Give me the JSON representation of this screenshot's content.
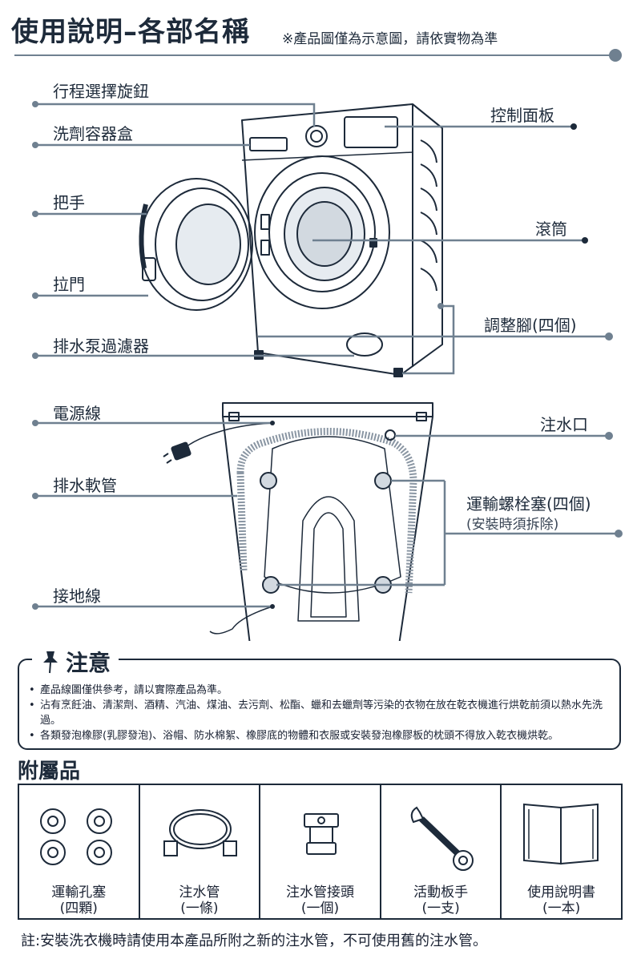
{
  "header": {
    "title": "使用說明–各部名稱",
    "subtitle": "※產品圖僅為示意圖，請依實物為準"
  },
  "front_labels": {
    "program_knob": "行程選擇旋鈕",
    "detergent_box": "洗劑容器盒",
    "handle": "把手",
    "door": "拉門",
    "pump_filter": "排水泵過濾器",
    "control_panel": "控制面板",
    "drum": "滾筒",
    "adjust_feet": "調整腳(四個)"
  },
  "back_labels": {
    "power_cord": "電源線",
    "drain_hose": "排水軟管",
    "ground_wire": "接地線",
    "water_inlet": "注水口",
    "transit_bolts": "運輸螺栓塞(四個)",
    "transit_bolts_note": "(安裝時須拆除)"
  },
  "notice": {
    "title": "注意",
    "items": [
      "產品線圖僅供參考，請以實際產品為準。",
      "沾有烹飪油、清潔劑、酒精、汽油、煤油、去污劑、松酯、蠟和去蠟劑等污染的衣物在放在乾衣機進行烘乾前須以熱水先洗過。",
      "各類發泡橡膠(乳膠發泡)、浴帽、防水棉絮、橡膠底的物體和衣服或安裝發泡橡膠板的枕頭不得放入乾衣機烘乾。"
    ]
  },
  "accessories": {
    "title": "附屬品",
    "items": [
      {
        "name": "運輸孔塞",
        "qty": "(四顆)"
      },
      {
        "name": "注水管",
        "qty": "(一條)"
      },
      {
        "name": "注水管接頭",
        "qty": "(一個)"
      },
      {
        "name": "活動板手",
        "qty": "(一支)"
      },
      {
        "name": "使用說明書",
        "qty": "(一本)"
      }
    ]
  },
  "footnote": "註:安裝洗衣機時請使用本產品所附之新的注水管，不可使用舊的注水管。",
  "colors": {
    "ink": "#1d2a3a",
    "leader": "#6f8090"
  }
}
